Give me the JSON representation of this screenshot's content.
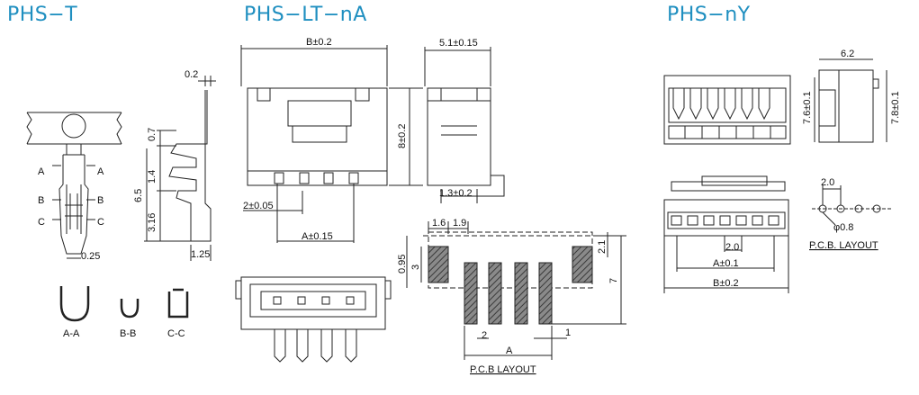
{
  "sections": {
    "phs_t": {
      "title": "PHS−T"
    },
    "phs_lt": {
      "title": "PHS−LT−nA"
    },
    "phs_y": {
      "title": "PHS−nY"
    }
  },
  "phs_t": {
    "dims": {
      "top": "0.2",
      "d07": "0.7",
      "d14": "1.4",
      "d65": "6.5",
      "d316": "3.16",
      "d025": "0.25",
      "d125": "1.25"
    },
    "sections": {
      "a": "A",
      "b": "B",
      "c": "C"
    },
    "views": {
      "aa": "A-A",
      "bb": "B-B",
      "cc": "C-C"
    }
  },
  "phs_lt": {
    "dims": {
      "b": "B±0.2",
      "side_w": "5.1±0.15",
      "h": "8±0.2",
      "pitch": "2±0.05",
      "a": "A±0.15",
      "foot": "1.3±0.2"
    },
    "pcb": {
      "d16": "1.6",
      "d19": "1.9",
      "d095": "0.95",
      "d3": "3",
      "d21": "2.1",
      "d7": "7",
      "d2": "2",
      "d1": "1",
      "a": "A",
      "label": "P.C.B LAYOUT"
    }
  },
  "phs_y": {
    "dims": {
      "w62": "6.2",
      "h76": "7.6±0.1",
      "h78": "7.8±0.1",
      "d2": "2.0",
      "a": "A±0.1",
      "b": "B±0.2"
    },
    "pcb": {
      "pitch": "2.0",
      "hole": "φ0.8",
      "label": "P.C.B. LAYOUT"
    }
  },
  "colors": {
    "title": "#1f8fc0",
    "line": "#222222",
    "hatch": "#555555"
  }
}
